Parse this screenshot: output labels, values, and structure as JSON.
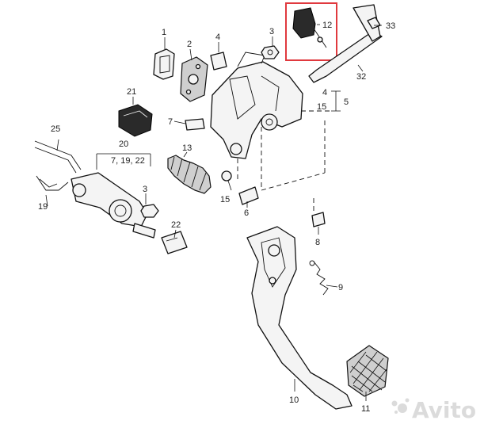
{
  "callouts": {
    "c1": "1",
    "c2": "2",
    "c3a": "3",
    "c3b": "3",
    "c4a": "4",
    "c4b": "4",
    "c5": "5",
    "c6": "6",
    "c7": "7",
    "c8": "8",
    "c9": "9",
    "c10": "10",
    "c11": "11",
    "c12": "12",
    "c13": "13",
    "c15a": "15",
    "c15b": "15",
    "c19": "19",
    "c20": "20",
    "c20sub": "7, 19, 22",
    "c21": "21",
    "c22": "22",
    "c25": "25",
    "c32": "32",
    "c33": "33"
  },
  "highlight": {
    "color": "#e0393e",
    "target": "12"
  },
  "watermark": {
    "text": "Avito"
  }
}
